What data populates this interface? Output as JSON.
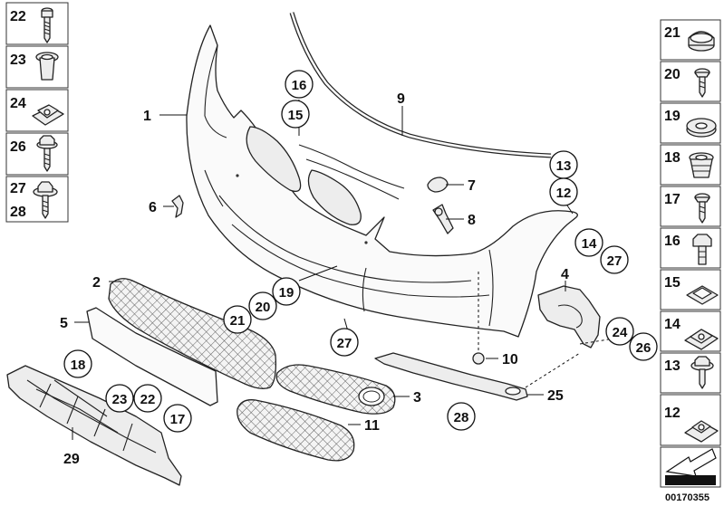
{
  "diagram_id": "00170355",
  "left_column": [
    {
      "key": "p22",
      "label": "22"
    },
    {
      "key": "p23",
      "label": "23"
    },
    {
      "key": "p24",
      "label": "24"
    },
    {
      "key": "p26",
      "label": "26"
    },
    {
      "key": "p27",
      "label": "27"
    },
    {
      "key": "p28",
      "label": "28"
    }
  ],
  "right_column": [
    {
      "key": "r21",
      "label": "21"
    },
    {
      "key": "r20",
      "label": "20"
    },
    {
      "key": "r19",
      "label": "19"
    },
    {
      "key": "r18",
      "label": "18"
    },
    {
      "key": "r17",
      "label": "17"
    },
    {
      "key": "r16",
      "label": "16"
    },
    {
      "key": "r15",
      "label": "15"
    },
    {
      "key": "r14",
      "label": "14"
    },
    {
      "key": "r13",
      "label": "13"
    },
    {
      "key": "r12",
      "label": "12"
    }
  ],
  "callouts": {
    "c1": "1",
    "c2": "2",
    "c3": "3",
    "c4": "4",
    "c5": "5",
    "c6": "6",
    "c7": "7",
    "c8": "8",
    "c9": "9",
    "c10": "10",
    "c11": "11",
    "c25": "25",
    "c29": "29"
  },
  "circled": {
    "o16": "16",
    "o15": "15",
    "o13": "13",
    "o12": "12",
    "o14": "14",
    "o27a": "27",
    "o19": "19",
    "o20": "20",
    "o21": "21",
    "o27b": "27",
    "o18": "18",
    "o23": "23",
    "o22": "22",
    "o17": "17",
    "o24": "24",
    "o26": "26",
    "o28": "28"
  }
}
